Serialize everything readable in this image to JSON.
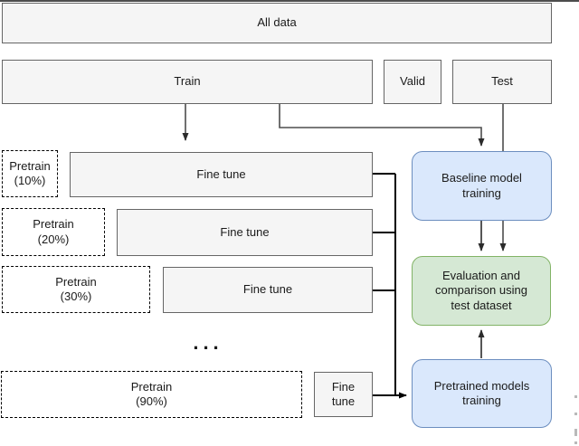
{
  "diagram": {
    "all_data_label": "All data",
    "splits": {
      "train": "Train",
      "valid": "Valid",
      "test": "Test"
    },
    "pretrain_rows": [
      {
        "pretrain": "Pretrain\n(10%)",
        "finetune": "Fine tune"
      },
      {
        "pretrain": "Pretrain\n(20%)",
        "finetune": "Fine tune"
      },
      {
        "pretrain": "Pretrain\n(30%)",
        "finetune": "Fine tune"
      },
      {
        "pretrain": "Pretrain\n(90%)",
        "finetune": "Fine\ntune"
      }
    ],
    "ellipsis": "...",
    "process": {
      "baseline": "Baseline model\ntraining",
      "evaluation": "Evaluation and\ncomparison using\ntest dataset",
      "pretrained": "Pretrained models\ntraining"
    },
    "colors": {
      "plain_box_fill": "#f5f5f5",
      "plain_box_border": "#666666",
      "training_box_fill": "#dae8fc",
      "training_box_border": "#6c8ebf",
      "evaluation_box_fill": "#d5e8d4",
      "evaluation_box_border": "#82b366",
      "connector_gray": "#4d4d4d",
      "connector_black": "#000000"
    }
  }
}
